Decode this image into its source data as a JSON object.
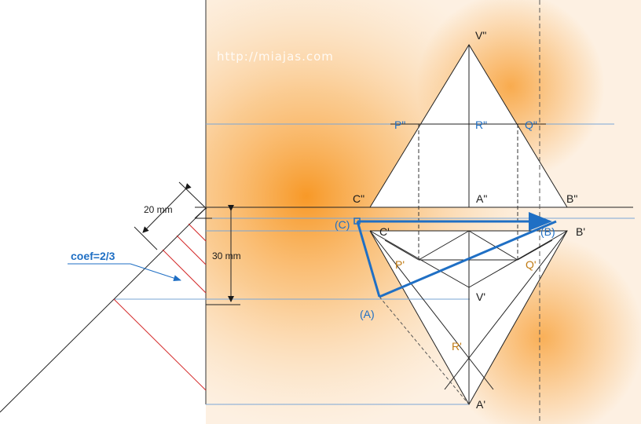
{
  "watermark": "http://miajas.com",
  "labels": {
    "V2": "V\"",
    "P2": "P\"",
    "R2": "R\"",
    "Q2": "Q\"",
    "C2": "C\"",
    "A2": "A\"",
    "B2": "B\"",
    "Cr": "(C)",
    "C1": "C'",
    "Br": "(B)",
    "B1": "B'",
    "P1": "P'",
    "Q1": "Q'",
    "V1": "V'",
    "Ar": "(A)",
    "R1": "R'",
    "A1": "A'"
  },
  "dimensions": {
    "dim20": "20 mm",
    "dim30": "30 mm",
    "coef": "coef=2/3"
  },
  "colors": {
    "background_glow": "#f7941d",
    "blue": "#1f6fc4",
    "orange_label": "#c07a12",
    "red_line": "#d42a2a",
    "light_blue_line": "#7aa6d6"
  }
}
